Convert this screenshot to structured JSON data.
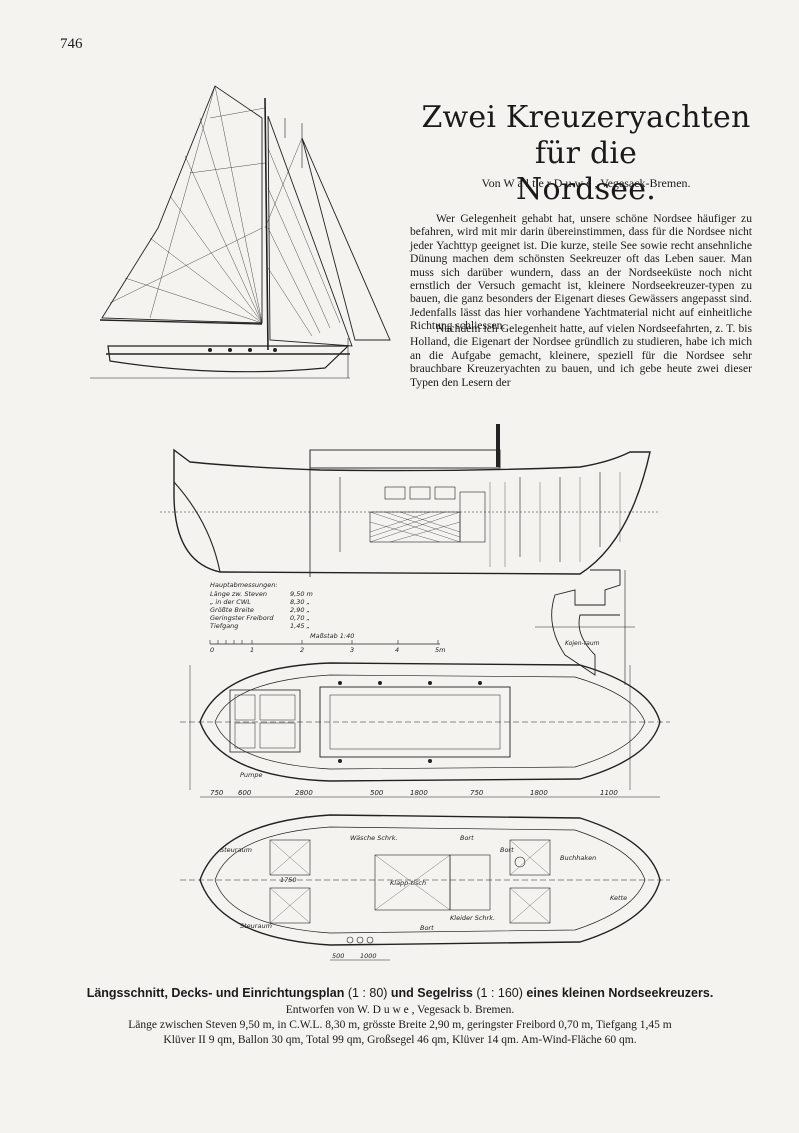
{
  "page": {
    "number": "746"
  },
  "article": {
    "title_line1": "Zwei Kreuzeryachten für die",
    "title_line2": "Nordsee.",
    "byline": "Von W a l t e r  D u w e , Vegesack-Bremen.",
    "para1": "Wer Gelegenheit gehabt hat, unsere schöne Nordsee häufiger zu befahren, wird mit mir darin übereinstimmen, dass für die Nordsee nicht jeder Yachttyp geeignet ist. Die kurze, steile See sowie recht ansehnliche Dünung machen dem schönsten Seekreuzer oft das Leben sauer. Man muss sich darüber wundern, dass an der Nordseeküste noch nicht ernstlich der Versuch gemacht ist, kleinere Nordseekreuzer-typen zu bauen, die ganz besonders der Eigenart dieses Gewässers angepasst sind. Jedenfalls lässt das hier vorhandene Yachtmaterial nicht auf einheitliche Richtung schliessen.",
    "para2": "Nachdem ich Gelegenheit hatte, auf vielen Nordseefahrten, z. T. bis Holland, die Eigenart der Nordsee gründlich zu studieren, habe ich mich an die Aufgabe gemacht, kleinere, speziell für die Nordsee sehr brauchbare Kreuzeryachten zu bauen, und ich gebe heute zwei dieser Typen den Lesern der"
  },
  "drawing": {
    "hauptabmessungen_title": "Hauptabmessungen:",
    "dims": [
      {
        "label": "Länge zw. Steven",
        "value": "9,50 m"
      },
      {
        "label": "„ in der CWL",
        "value": "8,30 „"
      },
      {
        "label": "Größte Breite",
        "value": "2,90 „"
      },
      {
        "label": "Geringster Freibord",
        "value": "0,70 „"
      },
      {
        "label": "Tiefgang",
        "value": "1,45 „"
      }
    ],
    "scale_label": "Maßstab 1:40",
    "scale_ticks": [
      "0",
      "1",
      "2",
      "3",
      "4",
      "5m"
    ],
    "deck_dims": [
      "750",
      "600",
      "2800",
      "500",
      "1800",
      "750",
      "1800",
      "1100"
    ],
    "pumpe_label": "Pumpe",
    "rooms": {
      "steuraum_top": "Steuraum",
      "steuraum_bottom": "Steuraum",
      "kojenraum": "Kojen-raum",
      "klapptisch": "Klapp-tisch",
      "waesche": "Wäsche Schrk.",
      "kleider": "Kleider Schrk.",
      "bort1": "Bort",
      "bort2": "Bort",
      "bort3": "Bort",
      "buchhaken": "Buchhaken",
      "kette": "Kette",
      "dim1750": "1750",
      "dim500": "500",
      "dim1000": "1000"
    }
  },
  "caption": {
    "line1_bold1": "Längsschnitt, Decks- und Einrichtungsplan",
    "line1_normal1": " (1 : 80) ",
    "line1_bold2": "und Segelriss",
    "line1_normal2": " (1 : 160) ",
    "line1_bold3": "eines kleinen Nordseekreuzers.",
    "line2": "Entworfen von W. D u w e ,  Vegesack b. Bremen.",
    "line3": "Länge zwischen Steven 9,50 m, in C.W.L. 8,30 m, grösste Breite 2,90 m, geringster Freibord 0,70 m, Tiefgang 1,45 m",
    "line4": "Klüver II 9 qm, Ballon 30 qm, Total 99 qm, Großsegel 46 qm, Klüver 14 qm. Am-Wind-Fläche 60 qm."
  }
}
